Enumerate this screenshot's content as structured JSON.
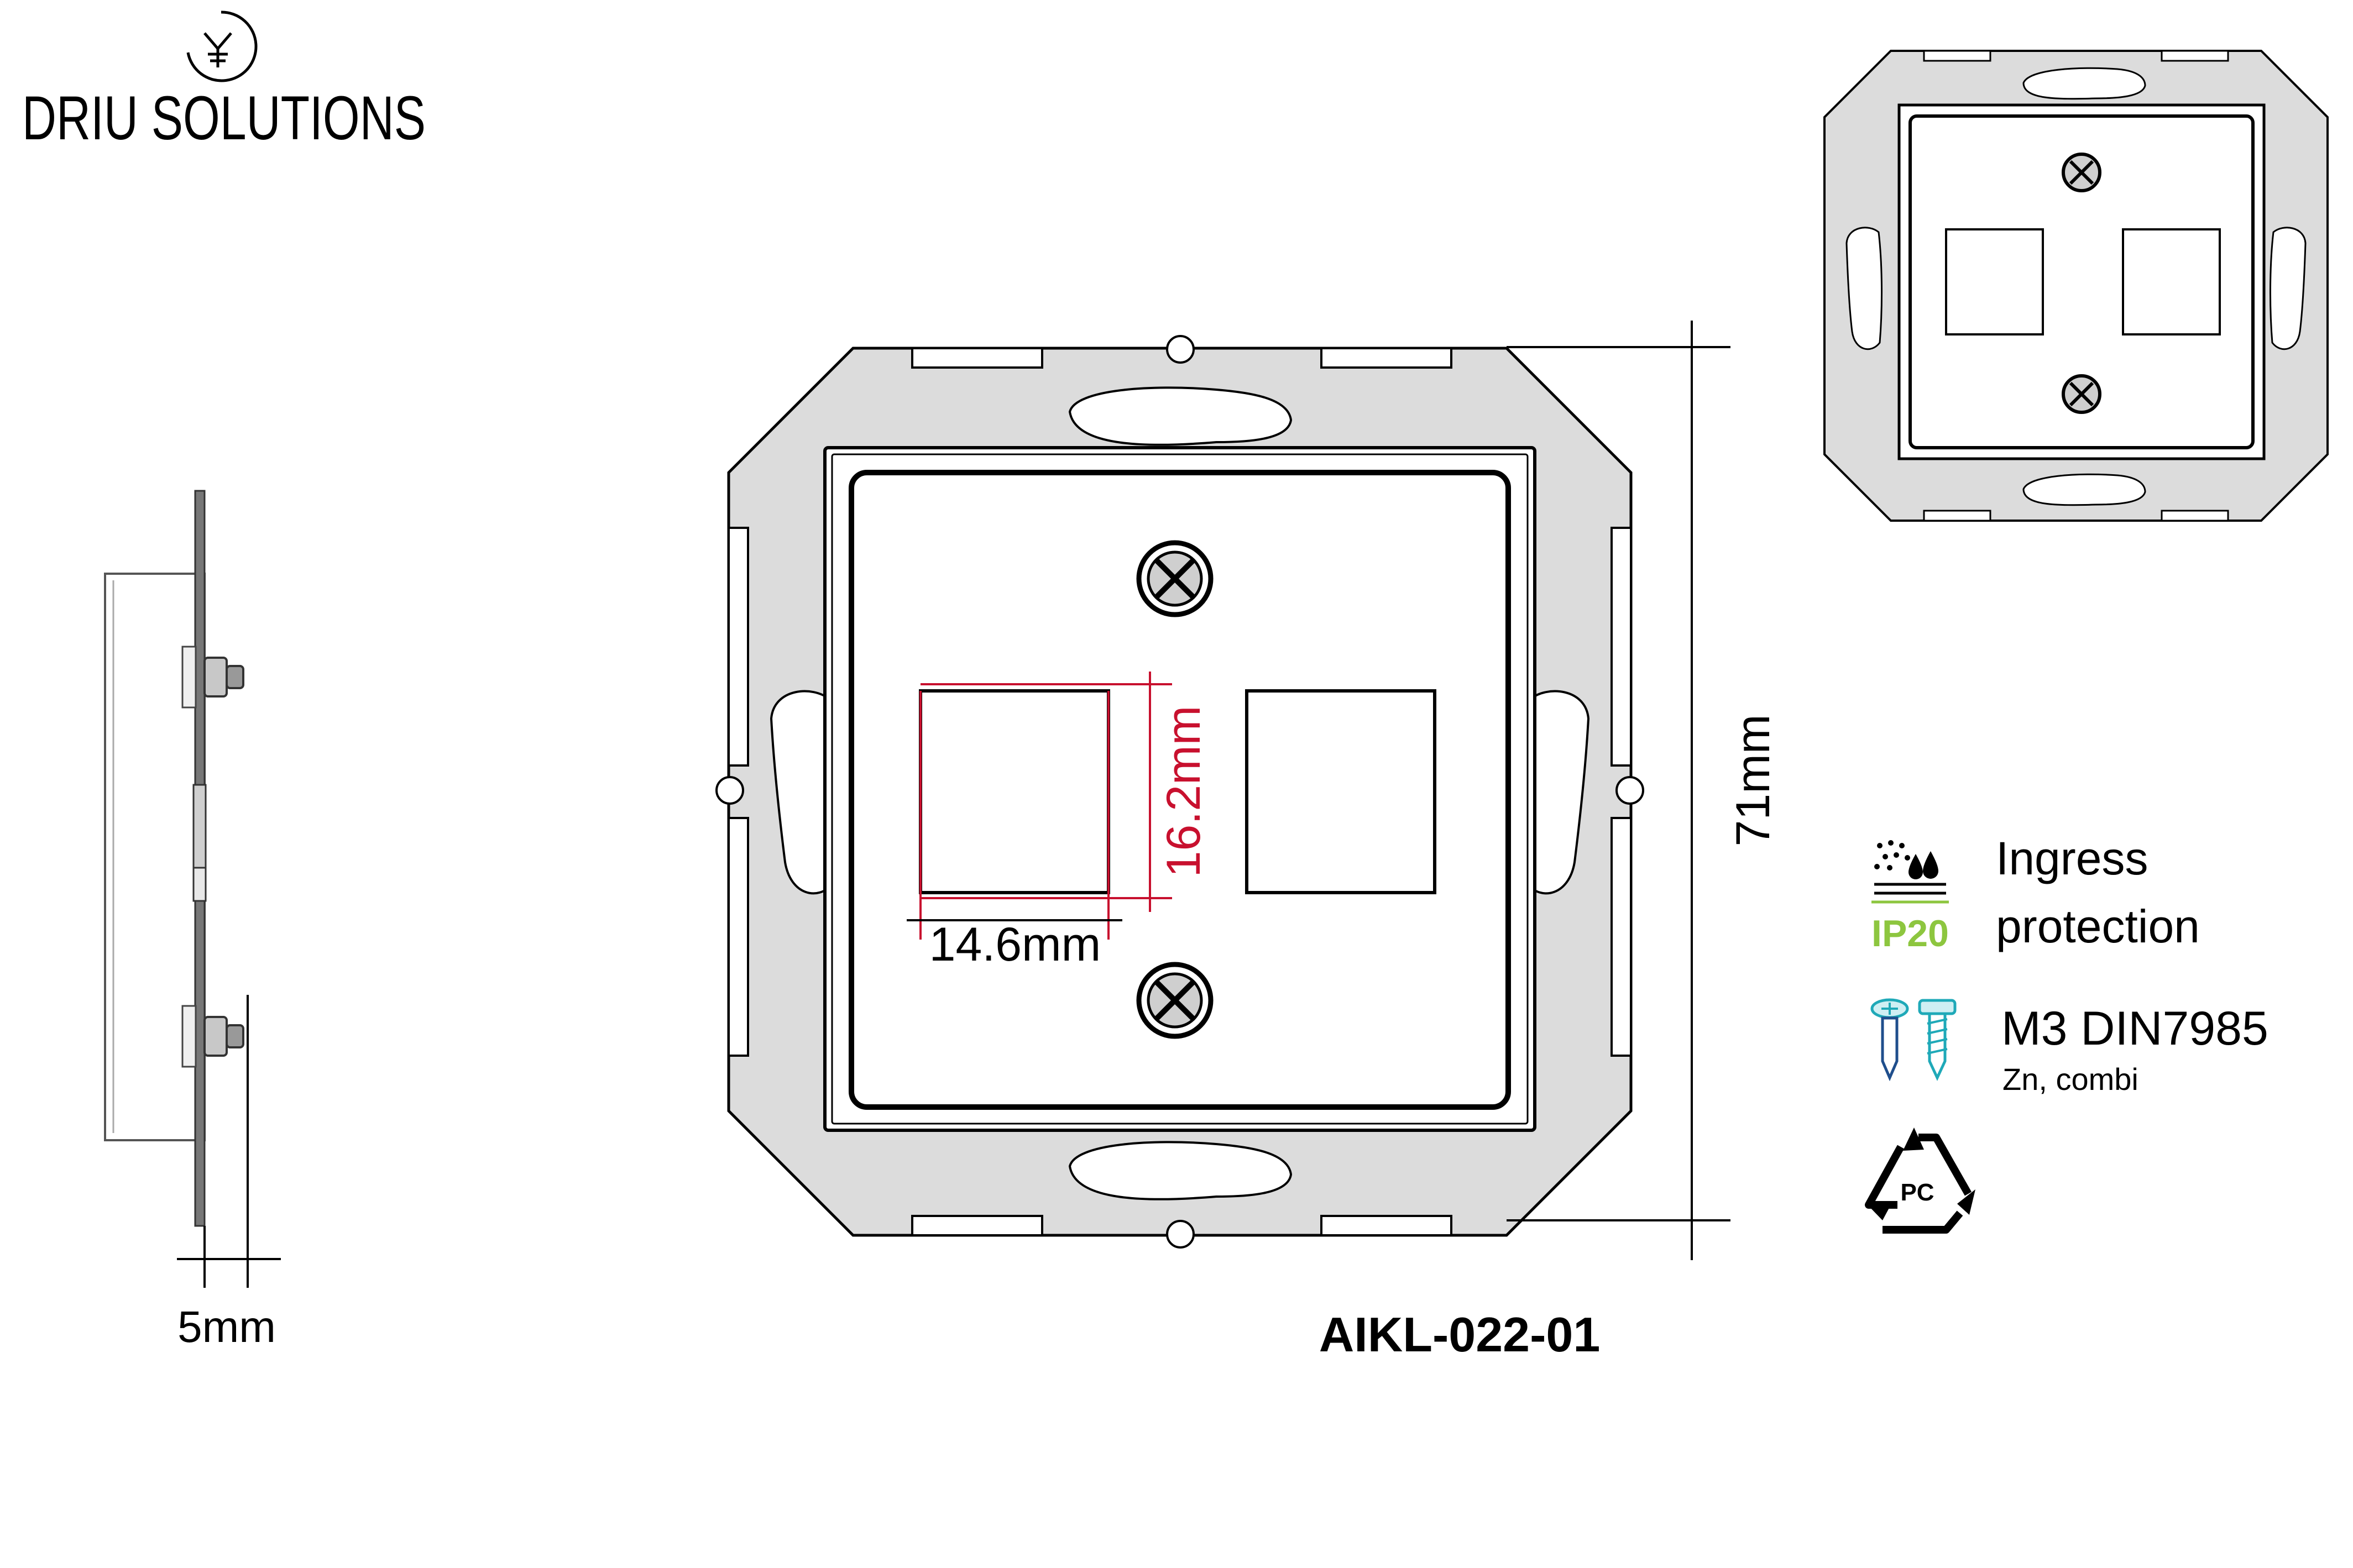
{
  "brand": {
    "name": "DRIU SOLUTIONS"
  },
  "side_view": {
    "depth_label": "5mm"
  },
  "front_view": {
    "port_width_label": "14.6mm",
    "port_height_label": "16.2mm",
    "overall_size_label": "71mm",
    "product_code": "AIKL-022-01"
  },
  "specs": {
    "ingress": {
      "rating": "IP20",
      "line1": "Ingress",
      "line2": "protection"
    },
    "screw": {
      "title": "M3 DIN7985",
      "subtitle": "Zn, combi"
    },
    "recycling": {
      "material": "PC"
    }
  },
  "colors": {
    "frame_gray": "#dcdcdc",
    "dimension_red": "#c8102e",
    "ip_green": "#8dc63f",
    "screw_teal": "#1fa9b8"
  }
}
